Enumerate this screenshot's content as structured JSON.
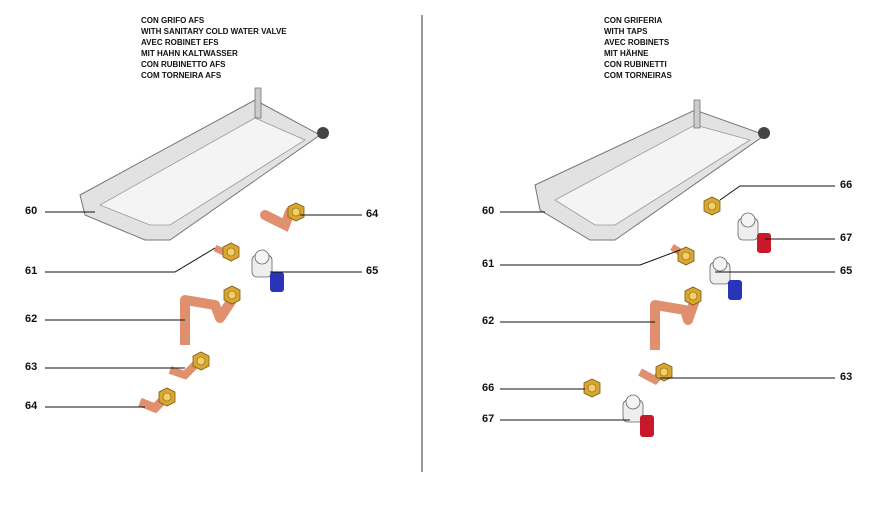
{
  "left_panel": {
    "caption": [
      "CON GRIFO AFS",
      "WITH SANITARY COLD WATER VALVE",
      "AVEC ROBINET EFS",
      "MIT HAHN KALTWASSER",
      "CON RUBINETTO AFS",
      "COM TORNEIRA AFS"
    ],
    "labels": {
      "frame": "60",
      "elbow_top": "64",
      "nut_fitting": "61",
      "valve": "65",
      "pipe": "62",
      "short_elbow": "63",
      "elbow_bottom": "64"
    }
  },
  "right_panel": {
    "caption": [
      "CON GRIFERIA",
      "WITH TAPS",
      "AVEC ROBINETS",
      "MIT HÄHNE",
      "CON RUBINETTI",
      "COM TORNEIRAS"
    ],
    "labels": {
      "frame": "60",
      "fitting_top": "66",
      "valve_red_top": "67",
      "nut_fitting": "61",
      "valve_blue": "65",
      "pipe": "62",
      "short_elbow": "63",
      "fitting_bottom": "66",
      "valve_red_bottom": "67"
    }
  },
  "colors": {
    "copper": "#e0906e",
    "brass": "#d9a632",
    "frame": "#d8d8d8",
    "blue": "#2a34b8",
    "red": "#c8182a"
  }
}
